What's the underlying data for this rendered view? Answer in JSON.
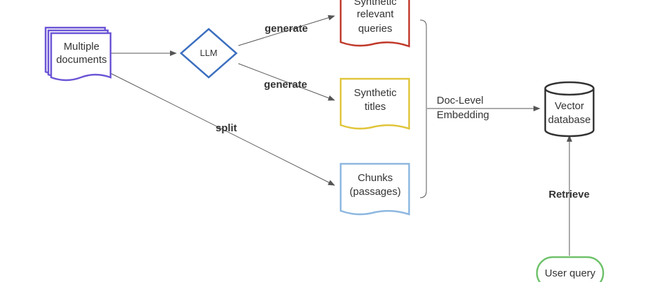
{
  "colors": {
    "documents": "#6c55d6",
    "llm": "#3c6fbf",
    "queries": "#c0392b",
    "titles": "#e0c53a",
    "chunks": "#8db7e0",
    "database": "#333333",
    "user_query": "#6ec26a",
    "edge": "#555555"
  },
  "nodes": {
    "documents": {
      "line1": "Multiple",
      "line2": "documents"
    },
    "llm": {
      "label": "LLM"
    },
    "queries": {
      "line1": "Synthetic",
      "line2": "relevant",
      "line3": "queries"
    },
    "titles": {
      "line1": "Synthetic",
      "line2": "titles"
    },
    "chunks": {
      "line1": "Chunks",
      "line2": "(passages)"
    },
    "database": {
      "line1": "Vector",
      "line2": "database"
    },
    "user_query": {
      "label": "User query"
    }
  },
  "edges": {
    "generate_queries": "generate",
    "generate_titles": "generate",
    "split": "split",
    "embedding_line1": "Doc-Level",
    "embedding_line2": "Embedding",
    "retrieve": "Retrieve"
  }
}
